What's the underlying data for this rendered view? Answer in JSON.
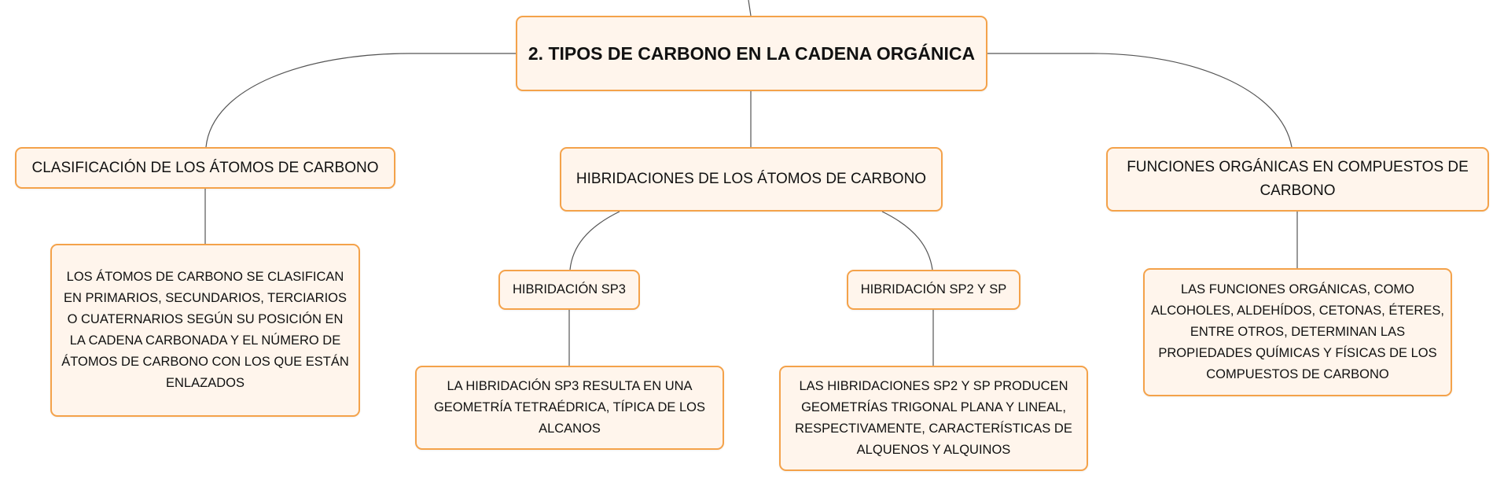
{
  "map": {
    "root": "2. TIPOS DE CARBONO EN LA CADENA ORGÁNICA",
    "clasificacion": {
      "title": "CLASIFICACIÓN DE LOS ÁTOMOS DE CARBONO",
      "detail": "LOS ÁTOMOS DE CARBONO SE CLASIFICAN EN PRIMARIOS, SECUNDARIOS, TERCIARIOS O CUATERNARIOS SEGÚN SU POSICIÓN EN LA CADENA CARBONADA Y EL NÚMERO DE ÁTOMOS DE CARBONO CON LOS QUE ESTÁN ENLAZADOS"
    },
    "hibridaciones": {
      "title": "HIBRIDACIONES DE LOS ÁTOMOS DE CARBONO",
      "sp3": {
        "title": "HIBRIDACIÓN SP3",
        "detail": "LA HIBRIDACIÓN SP3 RESULTA EN UNA GEOMETRÍA TETRAÉDRICA, TÍPICA DE LOS ALCANOS"
      },
      "sp2": {
        "title": "HIBRIDACIÓN SP2 Y SP",
        "detail": "LAS HIBRIDACIONES SP2 Y SP PRODUCEN GEOMETRÍAS TRIGONAL PLANA Y LINEAL, RESPECTIVAMENTE, CARACTERÍSTICAS DE ALQUENOS Y ALQUINOS"
      }
    },
    "funciones": {
      "title": "FUNCIONES ORGÁNICAS EN COMPUESTOS DE CARBONO",
      "detail": "LAS FUNCIONES ORGÁNICAS, COMO ALCOHOLES, ALDEHÍDOS, CETONAS, ÉTERES, ENTRE OTROS, DETERMINAN LAS PROPIEDADES QUÍMICAS Y FÍSICAS DE LOS COMPUESTOS DE CARBONO"
    }
  }
}
